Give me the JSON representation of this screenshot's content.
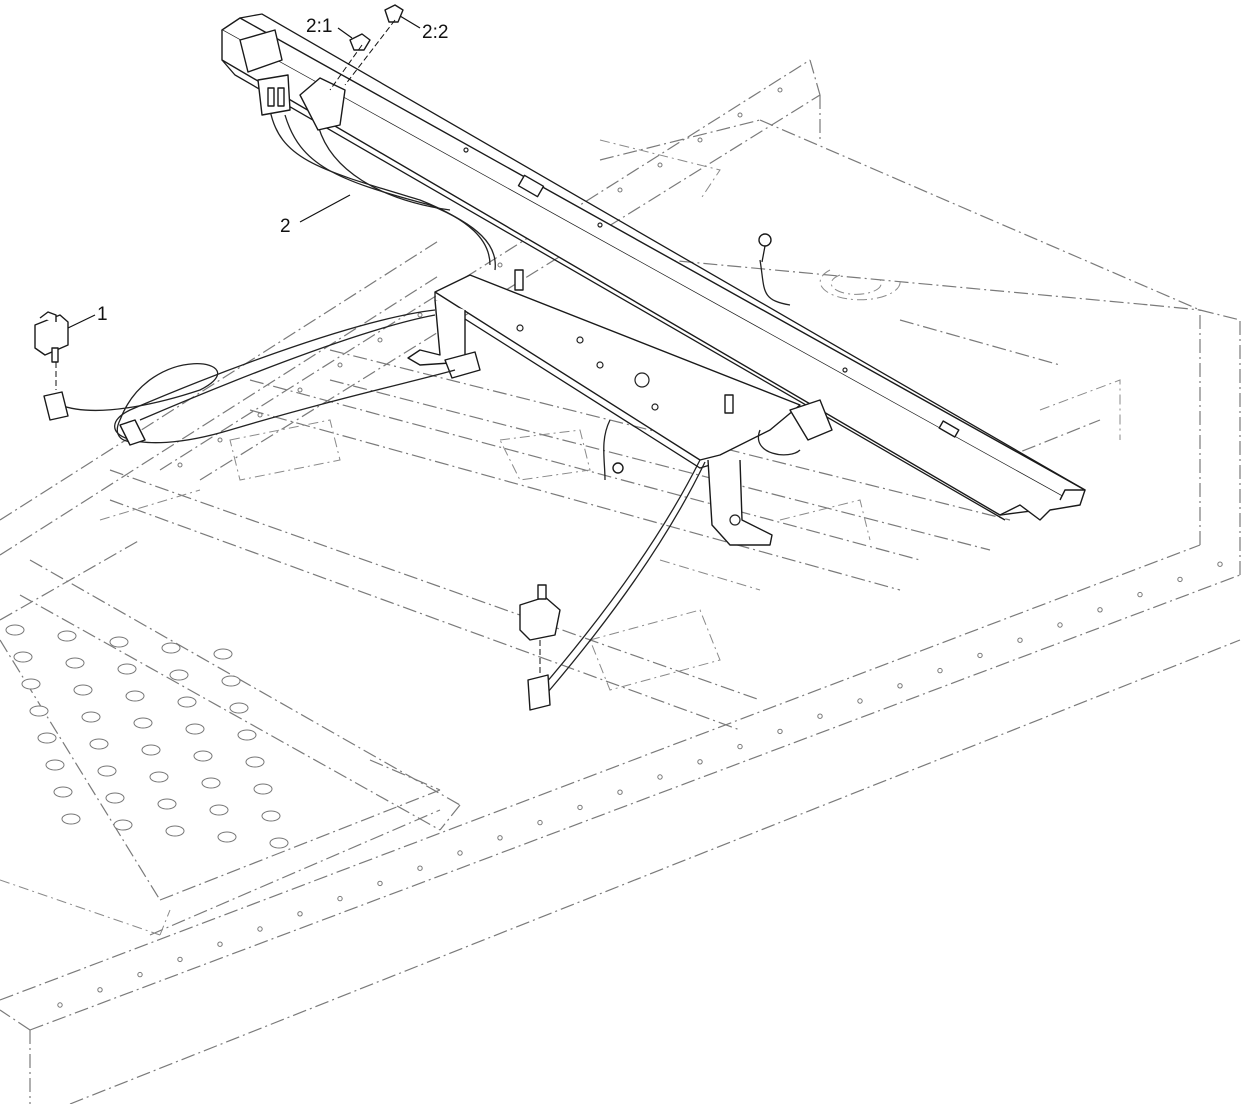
{
  "callouts": {
    "part_1": "1",
    "part_2": "2",
    "part_2_1": "2:1",
    "part_2_2": "2:2"
  },
  "colors": {
    "solid_parts": "#1a1a1a",
    "phantom_frame": "#7a7a7a",
    "background": "#ffffff"
  }
}
